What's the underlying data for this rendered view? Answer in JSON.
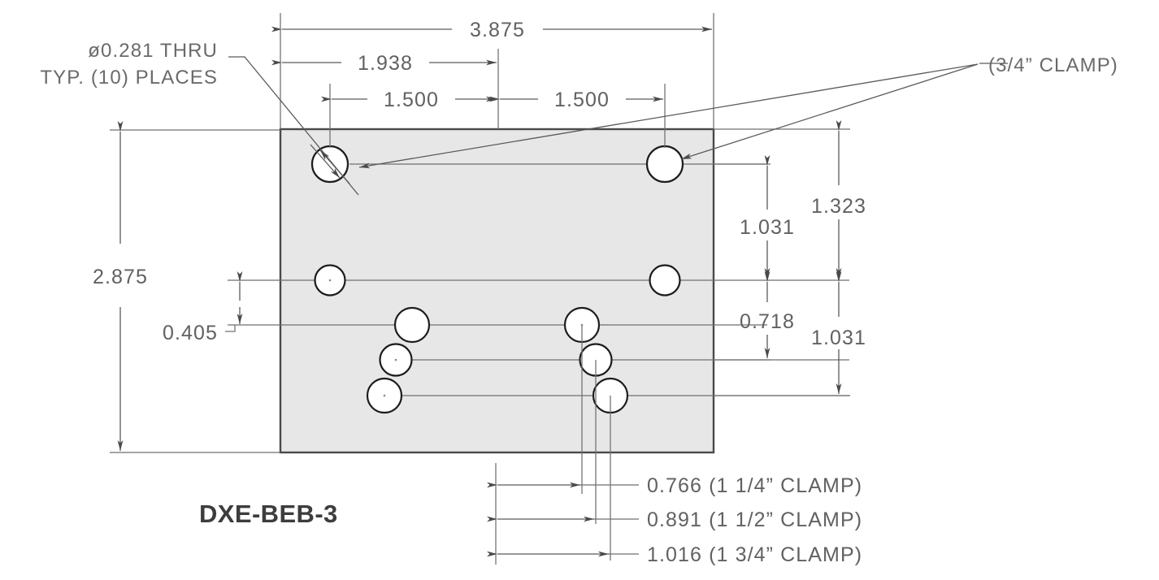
{
  "drawing": {
    "part_number": "DXE-BEB-3",
    "notes": {
      "hole_spec_line1": "ø0.281  THRU",
      "hole_spec_line2": "TYP. (10) PLACES",
      "clamp_callout": "(3/4”  CLAMP)"
    },
    "dimensions": {
      "overall_width": "3.875",
      "overall_height": "2.875",
      "top_offset": "1.938",
      "hole_pitch_left": "1.500",
      "hole_pitch_right": "1.500",
      "left_vertical": "0.405",
      "right_inner_upper": "1.031",
      "right_inner_lower": "0.718",
      "right_outer_upper": "1.323",
      "right_outer_lower": "1.031",
      "bottom_1": "0.766 (1 1/4”  CLAMP)",
      "bottom_2": "0.891 (1 1/2”  CLAMP)",
      "bottom_3": "1.016 (1 3/4”  CLAMP)"
    },
    "colors": {
      "plate_fill": "#e7e7e7",
      "outline": "#4a4a4a",
      "dimension": "#5a5a5a",
      "text": "#616161",
      "part_label": "#3d3d3d"
    }
  },
  "chart_data": {
    "type": "table",
    "title": "DXE-BEB-3 Bulkhead Entry Bracket — hole pattern",
    "units": "inches",
    "plate": {
      "width": 3.875,
      "height": 2.875,
      "hole_diameter": 0.281,
      "hole_count": 10
    },
    "callouts": [
      {
        "label": "3.875",
        "kind": "horizontal-overall"
      },
      {
        "label": "1.938",
        "kind": "horizontal"
      },
      {
        "label": "1.500",
        "kind": "horizontal"
      },
      {
        "label": "1.500",
        "kind": "horizontal"
      },
      {
        "label": "2.875",
        "kind": "vertical-overall"
      },
      {
        "label": "0.405",
        "kind": "vertical"
      },
      {
        "label": "1.031",
        "kind": "vertical"
      },
      {
        "label": "0.718",
        "kind": "vertical"
      },
      {
        "label": "1.323",
        "kind": "vertical"
      },
      {
        "label": "1.031",
        "kind": "vertical"
      },
      {
        "label": "0.766 (1 1/4”  CLAMP)",
        "kind": "horizontal"
      },
      {
        "label": "0.891 (1 1/2”  CLAMP)",
        "kind": "horizontal"
      },
      {
        "label": "1.016 (1 3/4”  CLAMP)",
        "kind": "horizontal"
      }
    ]
  }
}
